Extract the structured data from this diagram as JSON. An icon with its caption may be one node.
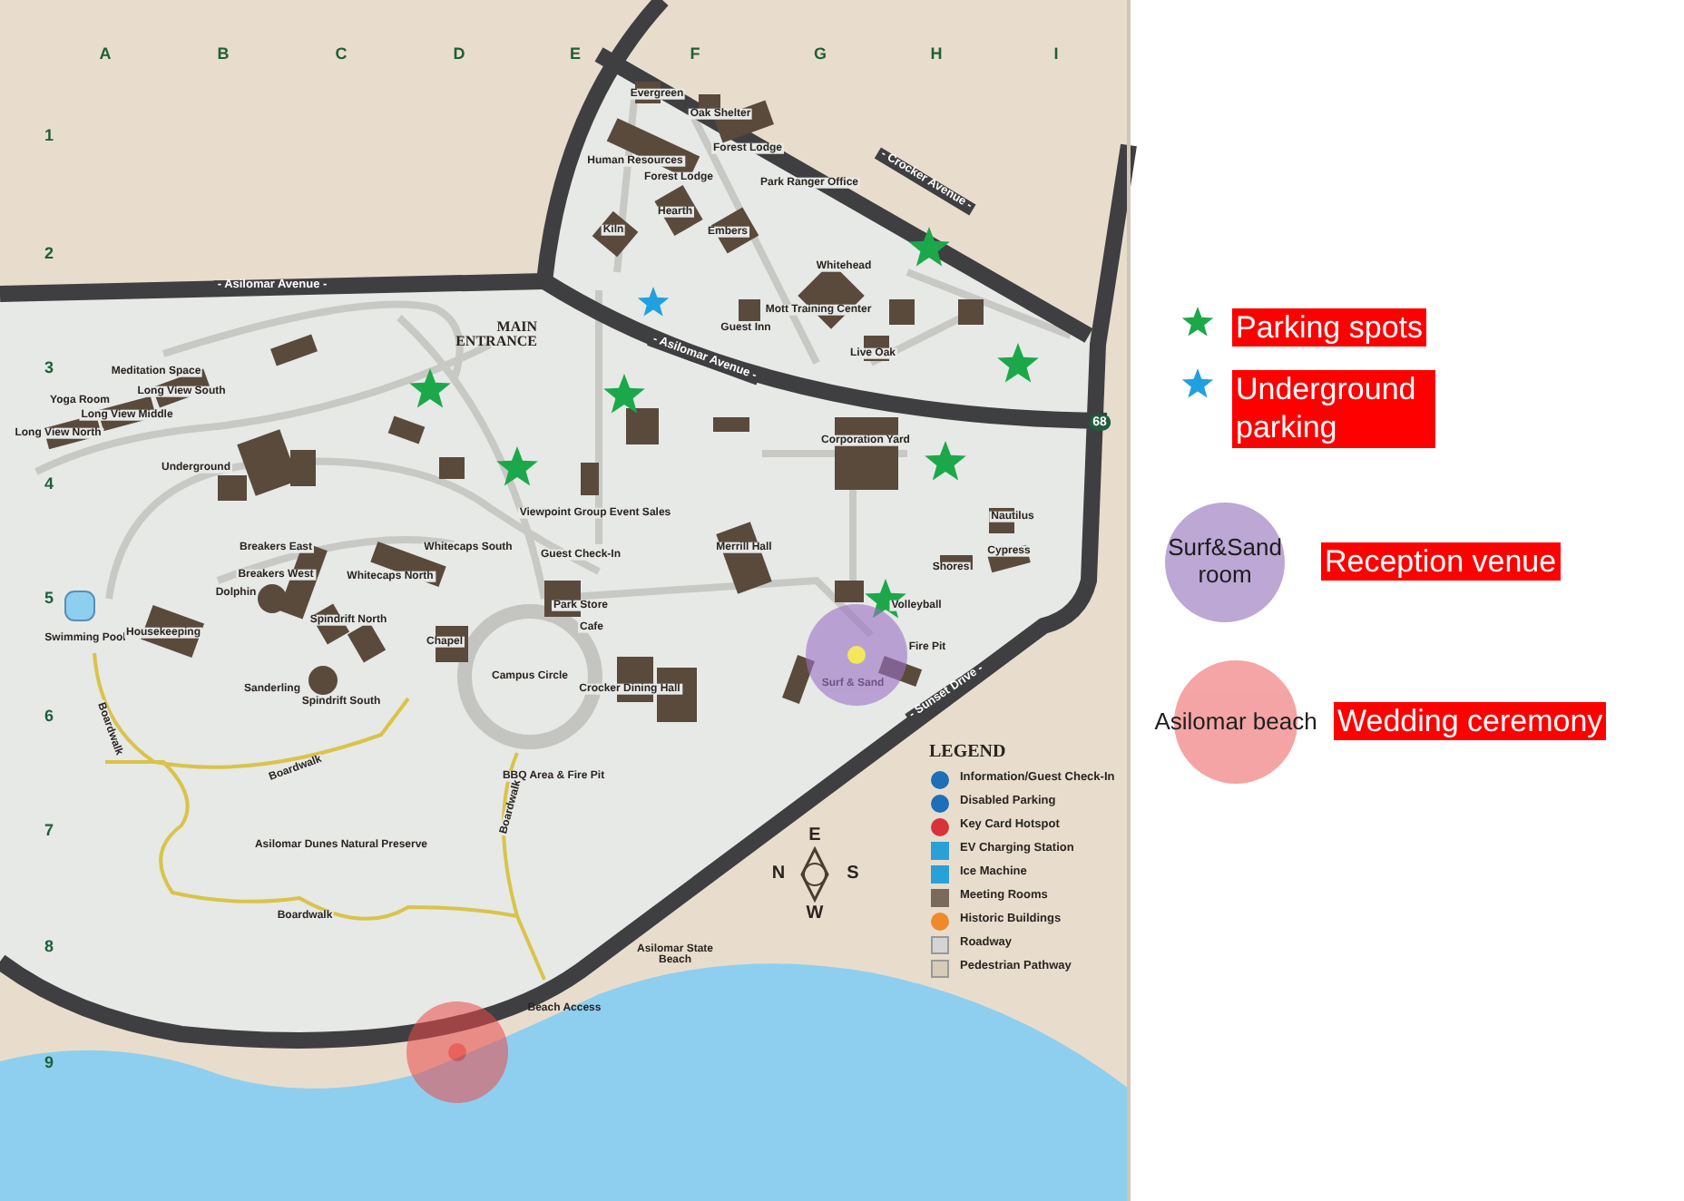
{
  "diagram": {
    "nodes": [
      {
        "text": [
          "Surf&Sand room"
        ],
        "beside": [
          "Reception venue"
        ]
      },
      {
        "text": [
          "Asilomar beach"
        ],
        "beside": [
          "Wedding ceremony"
        ]
      },
      {
        "text": [],
        "shape": "circle"
      },
      {
        "text": [],
        "shape": "circle"
      }
    ],
    "labels": [
      "A",
      "B",
      "C",
      "D",
      "E",
      "F",
      "G",
      "H",
      "I",
      "1",
      "2",
      "3",
      "4",
      "5",
      "6",
      "7",
      "8",
      "9",
      "- Asilomar Avenue -",
      "MAIN ENTRANCE",
      "Evergreen",
      "Oak Shelter",
      "Human Resources",
      "Forest Lodge",
      "Forest Lodge",
      "Park Ranger Office",
      "Hearth",
      "Kiln",
      "Embers",
      "- Crocker Avenue -",
      "Whitehead",
      "Mott Training Center",
      "Guest Inn",
      "Live Oak",
      "- Asilomar Avenue -",
      "Long View North",
      "Yoga Room",
      "Meditation Space",
      "Long View Middle",
      "Long View South",
      "Underground",
      "Corporation Yard",
      "Viewpoint Group Event Sales",
      "Nautilus",
      "Breakers East",
      "Whitecaps South",
      "Guest Check-In",
      "Merrill Hall",
      "Shores",
      "Cypress",
      "Breakers West",
      "Whitecaps North",
      "Dolphin",
      "Park Store",
      "Volleyball",
      "Spindrift North",
      "Swimming Pool",
      "Housekeeping",
      "Cafe",
      "Chapel",
      "Fire Pit",
      "Surf & Sand",
      "Campus Circle",
      "Sanderling",
      "Crocker Dining Hall",
      "- Sunset Drive -",
      "Spindrift South",
      "Boardwalk",
      "Boardwalk",
      "BBQ Area & Fire Pit",
      "Boardwalk",
      "Asilomar Dunes Natural Preserve",
      "Boardwalk",
      "Asilomar State Beach",
      "Beach Access",
      "68",
      "LEGEND",
      "N",
      "E",
      "S",
      "W"
    ],
    "legend": [
      {
        "text": "Information/Guest Check-In"
      },
      {
        "text": "Disabled Parking"
      },
      {
        "text": "Key Card Hotspot"
      },
      {
        "text": "EV Charging Station"
      },
      {
        "text": "Ice Machine"
      },
      {
        "text": "Meeting Rooms"
      },
      {
        "text": "Historic Buildings"
      },
      {
        "text": "Roadway",
        "color": "#d4d5d2"
      },
      {
        "text": "Pedestrian Pathway",
        "color": "#d8cbb9"
      },
      {
        "text": "Parking spots"
      },
      {
        "text": "Underground parking"
      }
    ]
  }
}
